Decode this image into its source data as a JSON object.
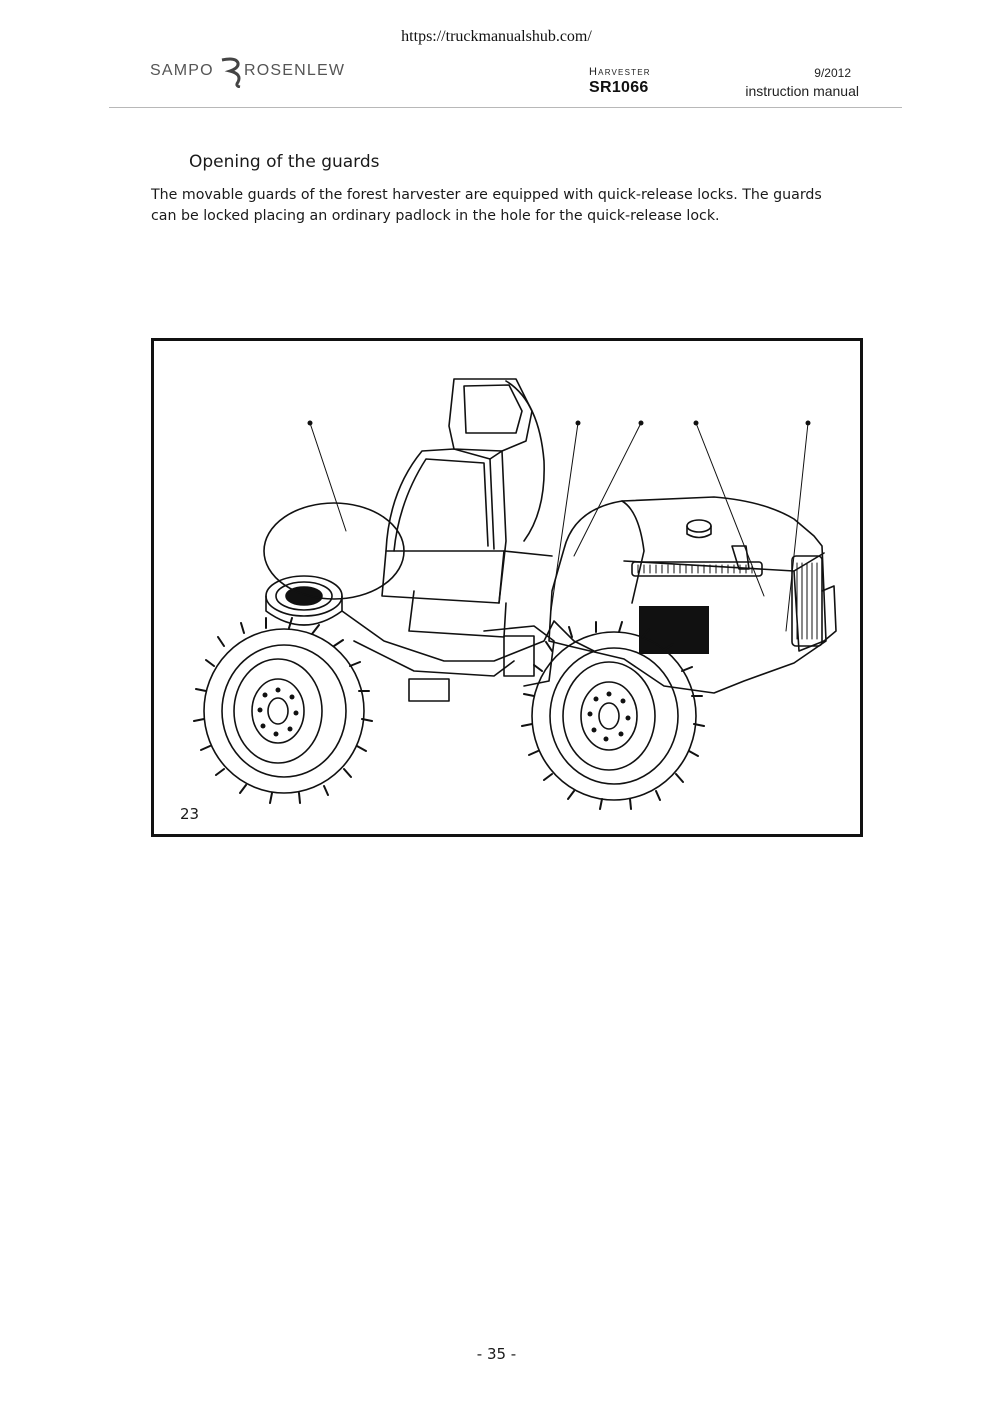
{
  "source_url": "https://truckmanualshub.com/",
  "header": {
    "brand_logo_text": "SAMPO ROSENLEW",
    "category": "Harvester",
    "model": "SR1066",
    "date": "9/2012",
    "doc_type": "instruction manual"
  },
  "section": {
    "heading": "Opening of the guards",
    "body": "The movable guards of the forest harvester are equipped with quick-release locks. The guards can be locked placing an ordinary padlock in the hole for the quick-release lock."
  },
  "figure": {
    "number": "23",
    "icon": "forest-harvester-line-drawing"
  },
  "footer": {
    "page_number": "- 35 -"
  }
}
